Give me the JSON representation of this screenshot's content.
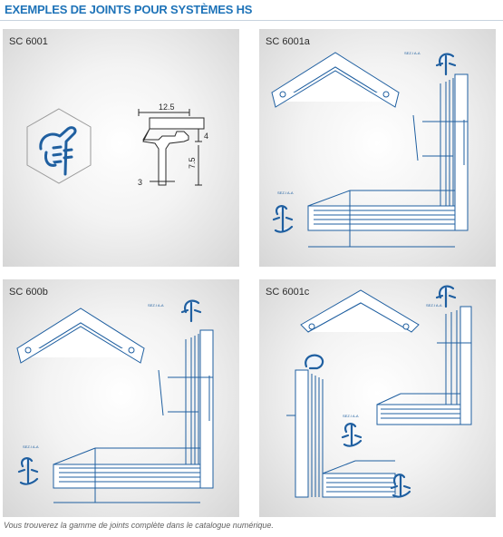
{
  "page": {
    "title": "EXEMPLES DE JOINTS POUR SYSTÈMES HS",
    "footer": "Vous trouverez la gamme de joints complète dans le catalogue numérique."
  },
  "panels": [
    {
      "label": "SC 6001",
      "dims": {
        "width": "12.5",
        "h1": "4",
        "h2": "7.5",
        "base": "3"
      }
    },
    {
      "label": "SC 6001a",
      "section_label": "SEZ.I A-A"
    },
    {
      "label": "SC 600b",
      "section_label": "SEZ.I A-A"
    },
    {
      "label": "SC 6001c",
      "section_label": "SEZ.I A-A"
    }
  ],
  "colors": {
    "title": "#1e73b8",
    "drawing": "#1f5fa0",
    "panel_bg": "#dcdcdc"
  }
}
